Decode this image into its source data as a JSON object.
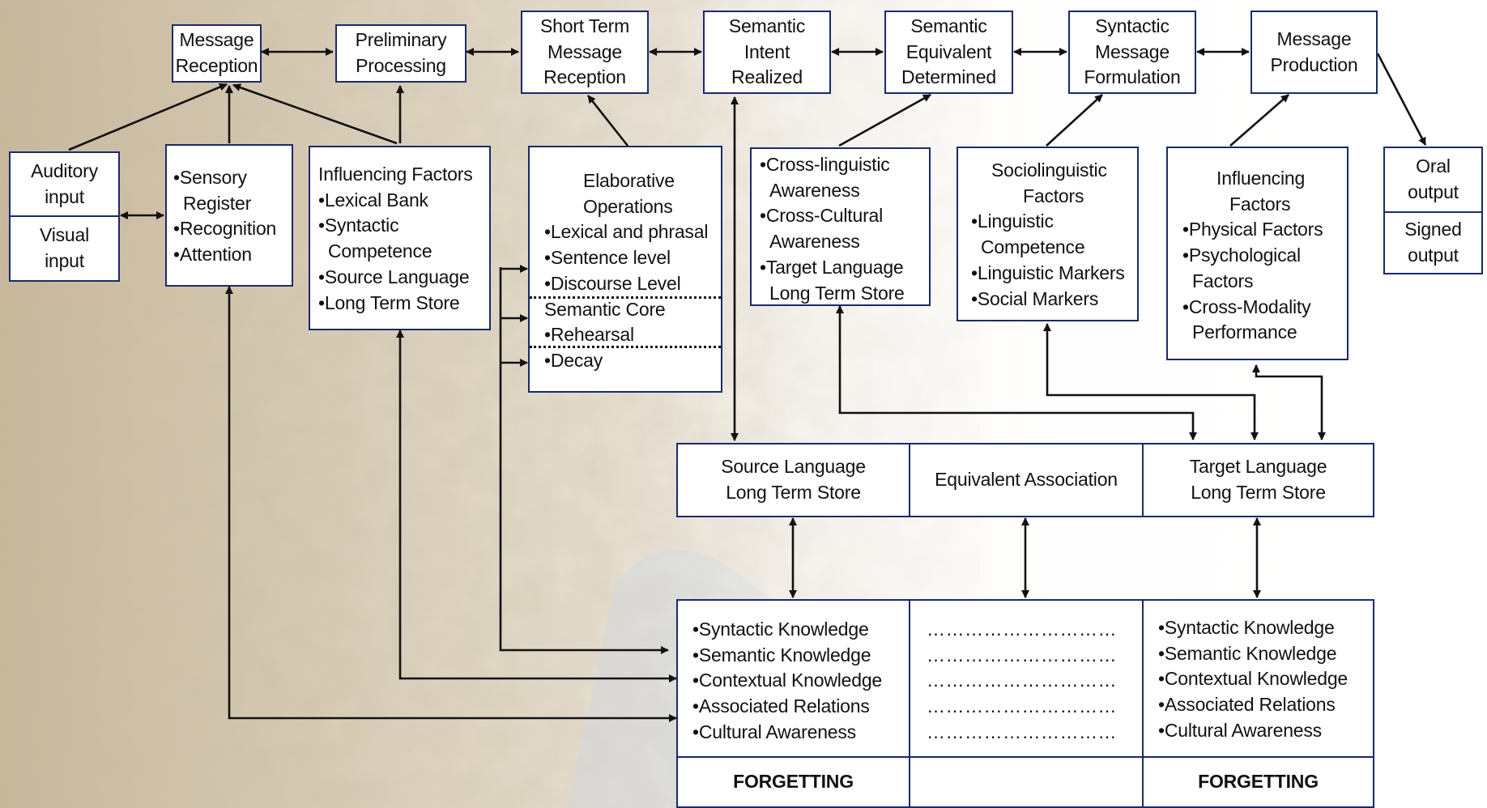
{
  "colors": {
    "box_border": "#1b2a6b",
    "arrow": "#111111"
  },
  "top": {
    "message_reception": [
      "Message",
      "Reception"
    ],
    "preliminary_processing": [
      "Preliminary",
      "Processing"
    ],
    "short_term": [
      "Short Term",
      "Message",
      "Reception"
    ],
    "semantic_intent": [
      "Semantic",
      "Intent",
      "Realized"
    ],
    "semantic_equivalent": [
      "Semantic",
      "Equivalent",
      "Determined"
    ],
    "syntactic_formulation": [
      "Syntactic",
      "Message",
      "Formulation"
    ],
    "message_production": [
      "Message",
      "Production"
    ]
  },
  "inputs": {
    "auditory": [
      "Auditory",
      "input"
    ],
    "visual": [
      "Visual",
      "input"
    ]
  },
  "outputs": {
    "oral": [
      "Oral",
      "output"
    ],
    "signed": [
      "Signed",
      "output"
    ]
  },
  "sensory": [
    "•Sensory",
    "Register",
    "•Recognition",
    "•Attention"
  ],
  "influencing_left": [
    "Influencing Factors",
    "•Lexical Bank",
    "•Syntactic",
    "Competence",
    "•Source Language",
    "•Long Term Store"
  ],
  "elaborative": {
    "title": [
      "Elaborative",
      "Operations"
    ],
    "items": [
      "•Lexical and phrasal",
      "•Sentence level",
      "•Discourse Level"
    ],
    "core": [
      "Semantic Core",
      "•Rehearsal"
    ],
    "decay": "•Decay"
  },
  "cross": [
    "•Cross-linguistic",
    "Awareness",
    "•Cross-Cultural",
    "Awareness",
    "•Target Language",
    "Long Term Store"
  ],
  "socio": {
    "title": [
      "Sociolinguistic",
      "Factors"
    ],
    "items": [
      "•Linguistic",
      "Competence",
      "•Linguistic Markers",
      "•Social Markers"
    ]
  },
  "influencing_right": {
    "title": [
      "Influencing",
      "Factors"
    ],
    "items": [
      "•Physical Factors",
      "•Psychological",
      "Factors",
      "•Cross-Modality",
      "Performance"
    ]
  },
  "stores": {
    "source": [
      "Source Language",
      "Long Term Store"
    ],
    "equivalent": "Equivalent Association",
    "target": [
      "Target Language",
      "Long Term Store"
    ]
  },
  "knowledge": {
    "left": [
      "•Syntactic Knowledge",
      "•Semantic Knowledge",
      "•Contextual Knowledge",
      "•Associated Relations",
      "•Cultural Awareness"
    ],
    "middle": [
      "…………………………",
      "…………………………",
      "…………………………",
      "…………………………",
      "…………………………"
    ],
    "right": [
      "•Syntactic Knowledge",
      "•Semantic Knowledge",
      "•Contextual Knowledge",
      "•Associated Relations",
      "•Cultural Awareness"
    ]
  },
  "forgetting": {
    "left": "FORGETTING",
    "right": "FORGETTING"
  }
}
